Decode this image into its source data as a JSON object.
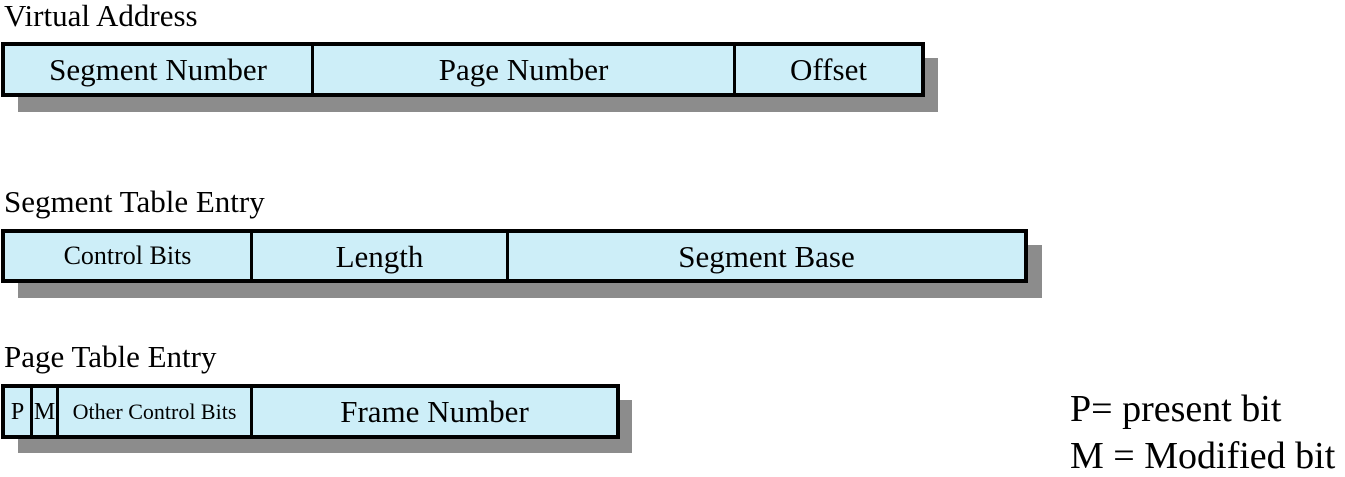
{
  "virtual_address": {
    "title": "Virtual Address",
    "fields": [
      "Segment Number",
      "Page Number",
      "Offset"
    ]
  },
  "segment_table_entry": {
    "title": "Segment Table Entry",
    "fields": [
      "Control Bits",
      "Length",
      "Segment Base"
    ]
  },
  "page_table_entry": {
    "title": "Page Table Entry",
    "fields": [
      "P",
      "M",
      "Other Control Bits",
      "Frame Number"
    ]
  },
  "legend": {
    "p": "P= present bit",
    "m": "M = Modified bit"
  },
  "colors": {
    "field_fill": "#cdeef8",
    "border": "#000000",
    "shadow": "#8c8c8c"
  }
}
